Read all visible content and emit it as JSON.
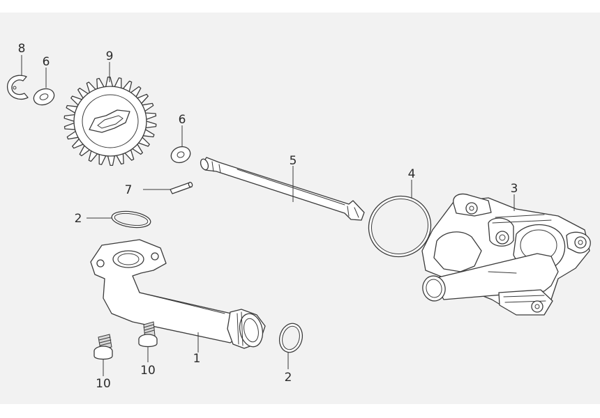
{
  "labels": {
    "p1": "1",
    "p2a": "2",
    "p2b": "2",
    "p3": "3",
    "p4": "4",
    "p5": "5",
    "p6a": "6",
    "p6b": "6",
    "p7": "7",
    "p8": "8",
    "p9": "9",
    "p10a": "10",
    "p10b": "10"
  },
  "colors": {
    "line": "#3a3a3a",
    "background": "#f2f2f2",
    "fill": "#ffffff"
  }
}
